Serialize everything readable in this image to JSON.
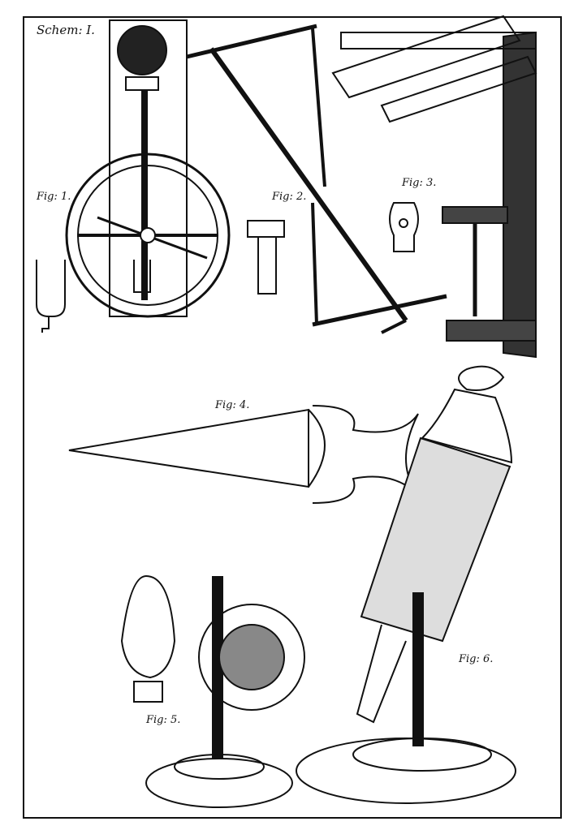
{
  "plate": {
    "title": "Schem: I.",
    "figures": [
      {
        "label": "Fig: 1."
      },
      {
        "label": "Fig: 2."
      },
      {
        "label": "Fig: 3."
      },
      {
        "label": "Fig: 4."
      },
      {
        "label": "Fig: 5."
      },
      {
        "label": "Fig: 6."
      }
    ],
    "ink_color": "#111111",
    "paper_color": "#ffffff"
  }
}
